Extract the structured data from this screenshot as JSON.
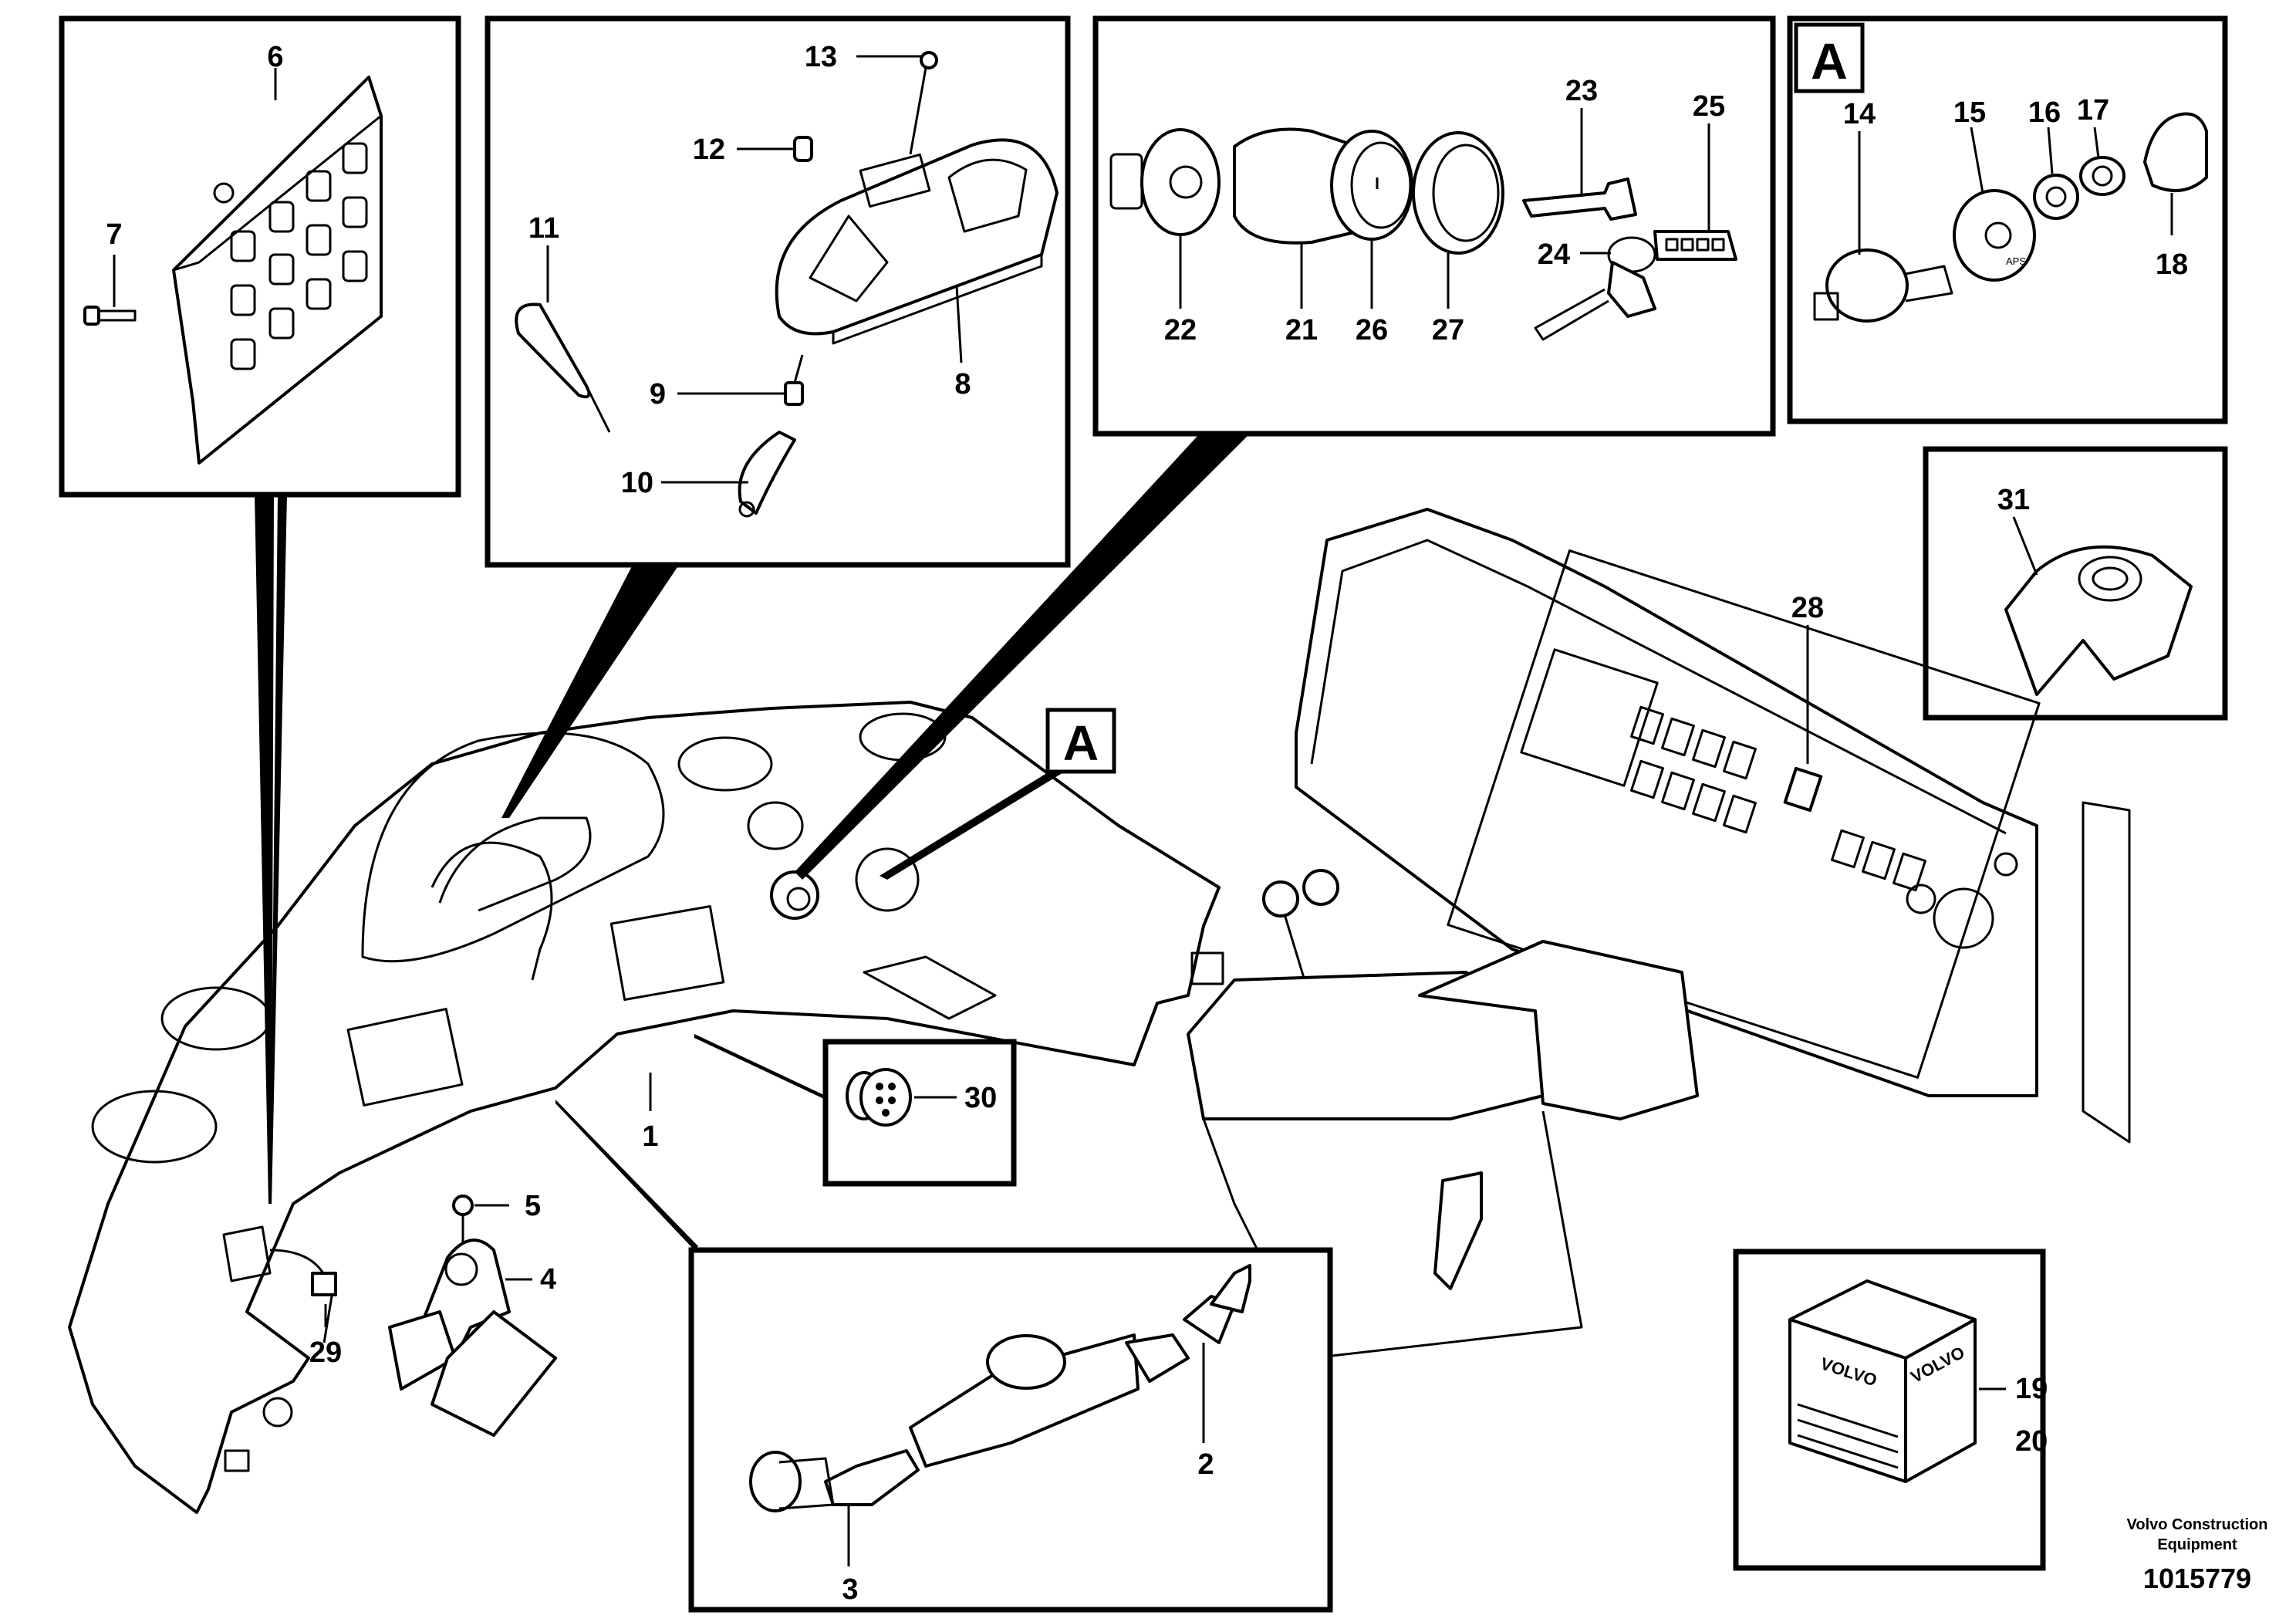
{
  "labels": {
    "l1": "1",
    "l2": "2",
    "l3": "3",
    "l4": "4",
    "l5": "5",
    "l6": "6",
    "l7": "7",
    "l8": "8",
    "l9": "9",
    "l10": "10",
    "l11": "11",
    "l12": "12",
    "l13": "13",
    "l14": "14",
    "l15": "15",
    "l16": "16",
    "l17": "17",
    "l18": "18",
    "l19": "19",
    "l20": "20",
    "l21": "21",
    "l22": "22",
    "l23": "23",
    "l24": "24",
    "l25": "25",
    "l26": "26",
    "l27": "27",
    "l28": "28",
    "l29": "29",
    "l30": "30",
    "l31": "31"
  },
  "callout_letter": "A",
  "detail_letter": "A",
  "box_text": {
    "volvo_left": "VOLVO",
    "volvo_right": "VOLVO"
  },
  "footer": {
    "company_line1": "Volvo Construction",
    "company_line2": "Equipment",
    "drawing_number": "1015779"
  }
}
